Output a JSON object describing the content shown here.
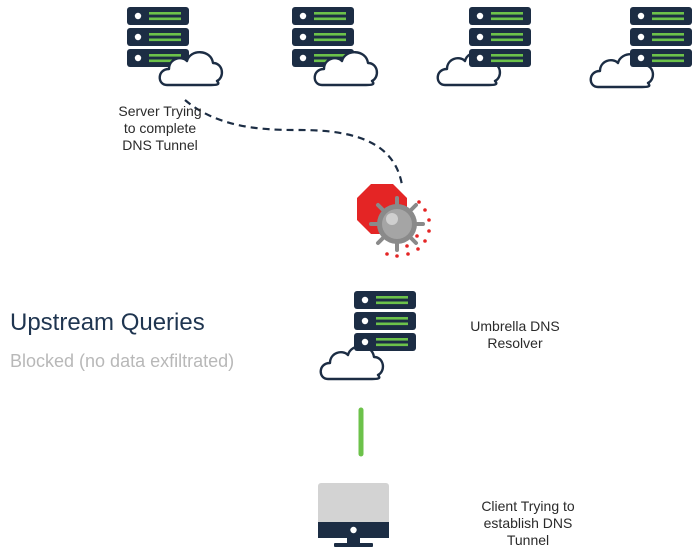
{
  "labels": {
    "server_trying": "Server Trying\nto complete\nDNS Tunnel",
    "umbrella_resolver": "Umbrella DNS\nResolver",
    "client_trying": "Client Trying to\nestablish DNS\nTunnel"
  },
  "heading": {
    "title": "Upstream Queries",
    "subtitle": "Blocked (no data exfiltrated)"
  },
  "icons": {
    "server": "server-rack-icon",
    "cloud": "cloud-icon",
    "blocked_malware": "blocked-malware-icon",
    "client": "desktop-computer-icon"
  },
  "colors": {
    "server_body": "#1c2d44",
    "server_lines": "#6cc24a",
    "connector_green": "#6cc24a",
    "tunnel_dashed": "#1c2d44",
    "stop_red": "#e42525",
    "title_text": "#1f3550",
    "subtitle_text": "#b8b8b8",
    "monitor_gray": "#d3d3d3"
  }
}
